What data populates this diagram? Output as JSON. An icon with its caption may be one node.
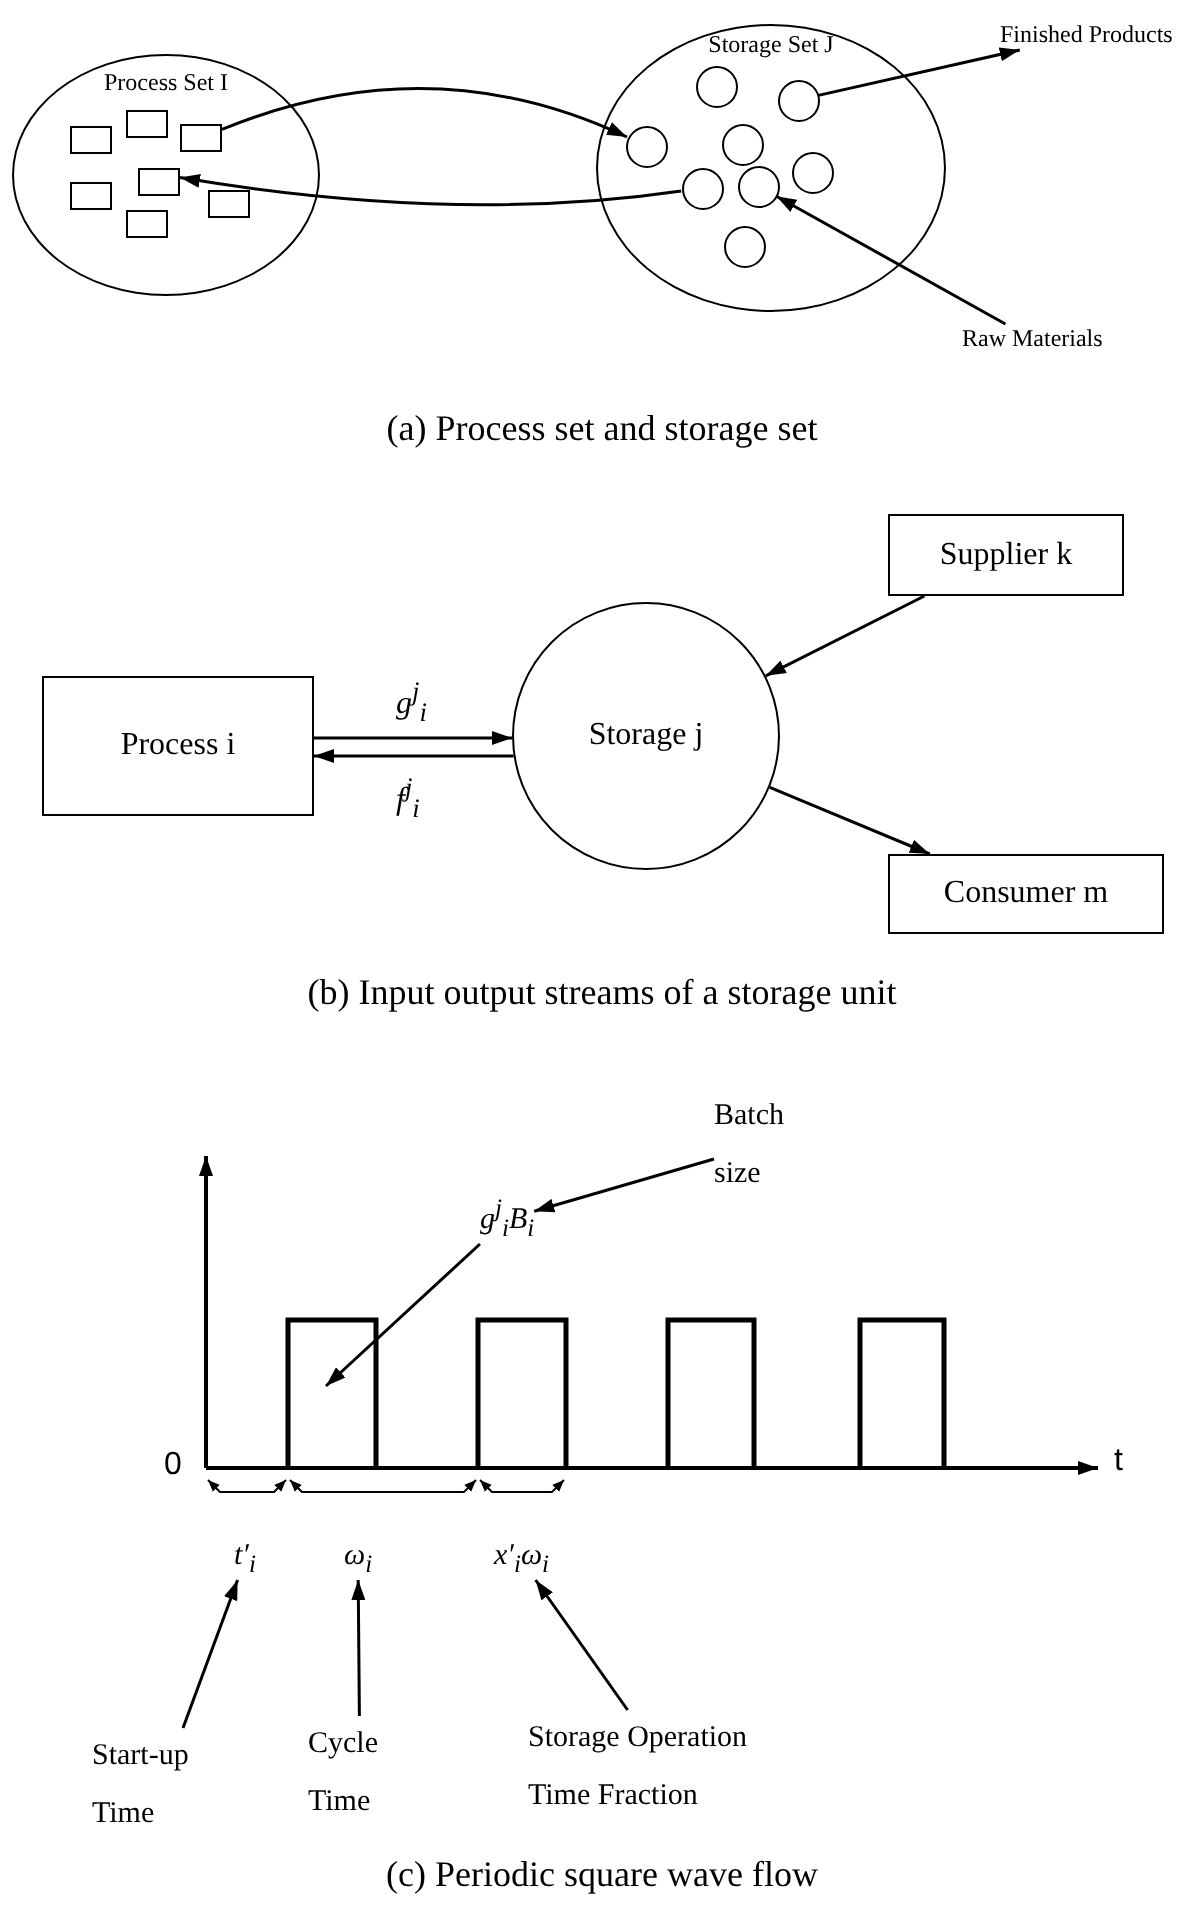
{
  "diagram": {
    "nodes": [
      {
        "text": [
          "Process Set I"
        ]
      },
      {
        "text": [],
        "shape": "box",
        "in": 0
      },
      {
        "text": [],
        "shape": "box",
        "in": 0
      },
      {
        "text": [],
        "shape": "box",
        "in": 0
      },
      {
        "text": [],
        "shape": "box",
        "in": 0
      },
      {
        "text": [],
        "shape": "box",
        "in": 0
      },
      {
        "text": [],
        "shape": "box",
        "in": 0
      },
      {
        "text": [],
        "shape": "box",
        "in": 0
      },
      {
        "text": [
          "Storage Set J"
        ]
      },
      {
        "text": [],
        "shape": "circle",
        "in": 8
      },
      {
        "text": [],
        "shape": "circle",
        "in": 8
      },
      {
        "text": [],
        "shape": "circle",
        "in": 8
      },
      {
        "text": [],
        "shape": "circle",
        "in": 8
      },
      {
        "text": [],
        "shape": "circle",
        "in": 8
      },
      {
        "text": [],
        "shape": "circle",
        "in": 8
      },
      {
        "text": [],
        "shape": "circle",
        "in": 8
      },
      {
        "text": [],
        "shape": "circle",
        "in": 8
      },
      {
        "text": [
          "Finished Products"
        ]
      },
      {
        "text": [
          "Raw Materials"
        ]
      },
      {
        "text": [
          "Process i"
        ]
      },
      {
        "text": [
          "Storage j"
        ]
      },
      {
        "text": [
          "Supplier k"
        ]
      },
      {
        "text": [
          "Consumer m"
        ]
      },
      {
        "text": [
          "Batch size"
        ]
      },
      {
        "text": [
          "g$^{j}$$_{i}$B$_{i}$"
        ]
      },
      {
        "text": [
          "t′$_{i}$"
        ]
      },
      {
        "text": [
          "ω$_{i}$"
        ]
      },
      {
        "text": [
          "x′$_{i}$ω$_{i}$"
        ]
      },
      {
        "text": [
          "Start-up Time"
        ]
      },
      {
        "text": [
          "Cycle Time"
        ]
      },
      {
        "text": [
          "Storage Operation Time Fraction"
        ]
      }
    ],
    "edges": [
      {
        "from": 6,
        "to": 9,
        "arrow": "to"
      },
      {
        "from": 10,
        "to": 5,
        "arrow": "to"
      },
      {
        "from": 15,
        "to": 17,
        "arrow": "to"
      },
      {
        "from": 18,
        "to": 14,
        "arrow": "to"
      },
      {
        "from": 19,
        "to": 20,
        "arrow": "to",
        "label": "g$^{j}$$_{i}$"
      },
      {
        "from": 20,
        "to": 19,
        "arrow": "to",
        "label": "f$^{j}$$_{i}$"
      },
      {
        "from": 21,
        "to": 20,
        "arrow": "to"
      },
      {
        "from": 20,
        "to": 22,
        "arrow": "to"
      },
      {
        "from": 23,
        "to": 24,
        "arrow": "to"
      },
      {
        "from": 24,
        "to": null,
        "arrow": "to"
      },
      {
        "from": 28,
        "to": 25,
        "arrow": "to"
      },
      {
        "from": 29,
        "to": 26,
        "arrow": "to"
      },
      {
        "from": 30,
        "to": 27,
        "arrow": "to"
      }
    ],
    "labels": [
      "(a) Process set and storage set",
      "(b) Input output streams of a storage unit",
      "0",
      "t",
      "(c) Periodic square wave flow"
    ]
  }
}
